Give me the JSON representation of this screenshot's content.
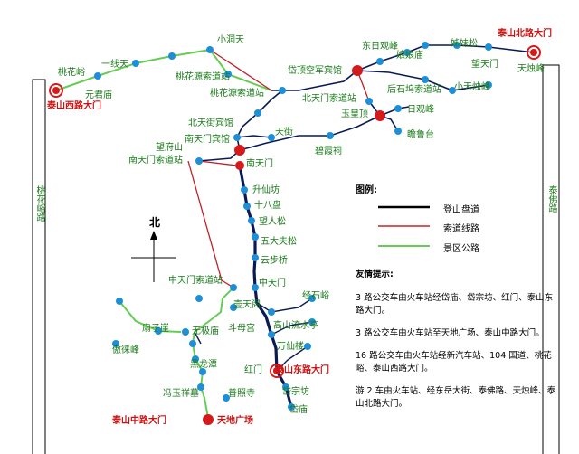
{
  "compass": {
    "north": "北"
  },
  "boundary_roads": {
    "left": "桃花峪路",
    "right": "泰佛路"
  },
  "places": {
    "taohuayu": "桃花峪",
    "yixiantian": "一线天",
    "yuanjunmiao": "元君庙",
    "taishan_west_gate": "泰山西路大门",
    "xiaodongtian": "小洞天",
    "taohuayuan_station_top": "桃花源索道站",
    "taohuayuan_station": "桃花源索道站",
    "daiding_hotel": "岱顶空军宾馆",
    "dongri_peak": "东日观峰",
    "niangniang": "娘娘庙",
    "zimeisong": "姊妹松",
    "taishan_north_gate": "泰山北路大门",
    "tianzhu_peak": "天烛峰",
    "wangtianmen": "望天门",
    "xiao_tianzhu": "小天烛峰",
    "houshiwu_station": "后石坞索道站",
    "beitianmen_station": "北天门索道站",
    "yuhuangding": "玉皇顶",
    "riguan_peak": "日观峰",
    "zhanlutai": "瞻鲁台",
    "beitianjie_hotel": "北天街宾馆",
    "nantianmen_hotel": "南天门宾馆",
    "tianjie": "天街",
    "bixiaci": "碧霞祠",
    "wangfushan": "望府山",
    "nantianmen_station": "南天门索道站",
    "nantianmen": "南天门",
    "shengxianfang": "升仙坊",
    "shibapan": "十八盘",
    "wangrensong": "望人松",
    "wudafusong": "五大夫松",
    "yunbuqiao": "云步桥",
    "zhongtianmen_station": "中天门索道站",
    "zhongtianmen": "中天门",
    "huxiaoge": "壶天阁",
    "jingshiyu": "经石峪",
    "doumugong": "斗母宫",
    "gaoshan_liushui": "高山流水亭",
    "wanxianlou": "万仙楼",
    "shanziya": "扇子崖",
    "aolaifeng": "傲徕峰",
    "wujimiao": "无极庙",
    "heilongtan": "黑龙潭",
    "hongmen": "红门",
    "taishan_east_gate": "泰山东路大门",
    "daizongfang": "岱宗坊",
    "daimiao": "岱庙",
    "fengyuxiangmu": "冯玉祥墓",
    "puzhaosi": "普照寺",
    "taishan_middle_gate": "泰山中路大门",
    "tiandi_square": "天地广场"
  },
  "legend": {
    "title": "图例:",
    "items": [
      {
        "label": "登山盘道",
        "color": "#000000"
      },
      {
        "label": "索道线路",
        "color": "#cc2222"
      },
      {
        "label": "景区公路",
        "color": "#66cc55"
      }
    ]
  },
  "tips": {
    "title": "友情提示:",
    "items": [
      "3 路公交车由火车站经岱庙、岱宗坊、红门、泰山东路大门。",
      "3 路公交车由火车站至天地广场、泰山中路大门。",
      "16 路公交车由火车站经新汽车站、104 国道、桃花峪、泰山西路大门。",
      "游 2 车由火车站、经东岳大街、泰佛路、天烛峰、泰山北路大门。"
    ]
  },
  "colors": {
    "node": "#1e8fd6",
    "gate": "#d41a1a",
    "trail": "#0a1a55",
    "cable": "#c0202a",
    "road": "#66cc55",
    "border": "#000000"
  }
}
